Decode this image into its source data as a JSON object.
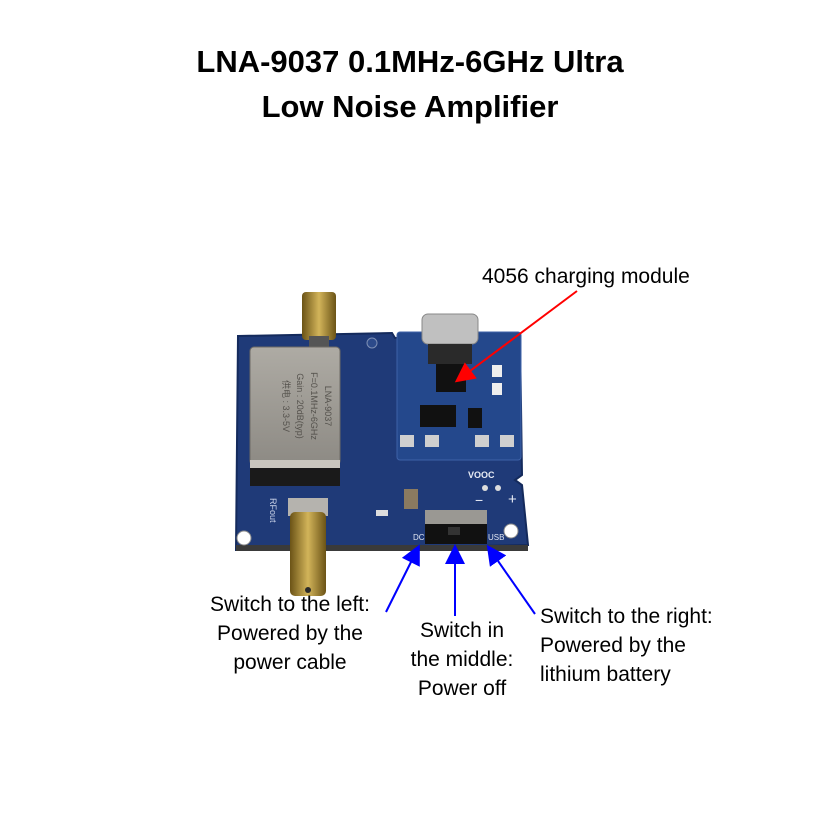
{
  "title": {
    "line1": "LNA-9037 0.1MHz-6GHz Ultra",
    "line2": "Low Noise Amplifier"
  },
  "annotations": {
    "charging": "4056 charging module",
    "left": [
      "Switch to the left:",
      "Powered by the",
      "power cable"
    ],
    "middle": [
      "Switch in",
      "the middle:",
      "Power off"
    ],
    "right": [
      "Switch to the right:",
      "Powered by the",
      "lithium battery"
    ]
  },
  "board_labels": {
    "shield": [
      "LNA-9037",
      "F=0.1MHz-6GHz",
      "Gain : 20dB(typ)",
      "供电 : 3.3-5V"
    ],
    "rfout": "RFout",
    "vooc": "VOOC",
    "dc": "DC",
    "usb": "USB",
    "minus": "−",
    "plus": "+"
  },
  "colors": {
    "pcb": "#1f3a78",
    "red_arrow": "#ff0000",
    "blue_arrow": "#0000ff"
  }
}
